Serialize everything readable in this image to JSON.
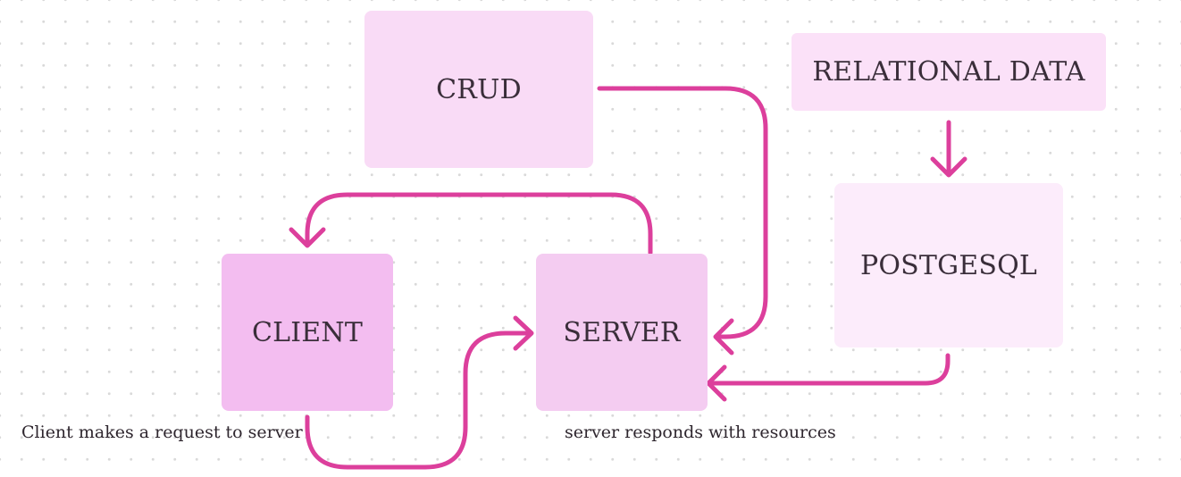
{
  "nodes": {
    "crud": "CRUD",
    "relational_data": "RELATIONAL DATA",
    "postgresql": "POSTGESQL",
    "client": "CLIENT",
    "server": "SERVER"
  },
  "captions": {
    "client": "Client makes a request to server",
    "server": "server responds with resources"
  },
  "colors": {
    "connector": "#dc3f9c",
    "crud_fill": "#f9dbf6",
    "relational_fill": "#fbe1f8",
    "postgresql_fill": "#fcecfb",
    "client_fill": "#f3bdf0",
    "server_fill": "#f4ccf1",
    "text": "#3a2e3a"
  }
}
